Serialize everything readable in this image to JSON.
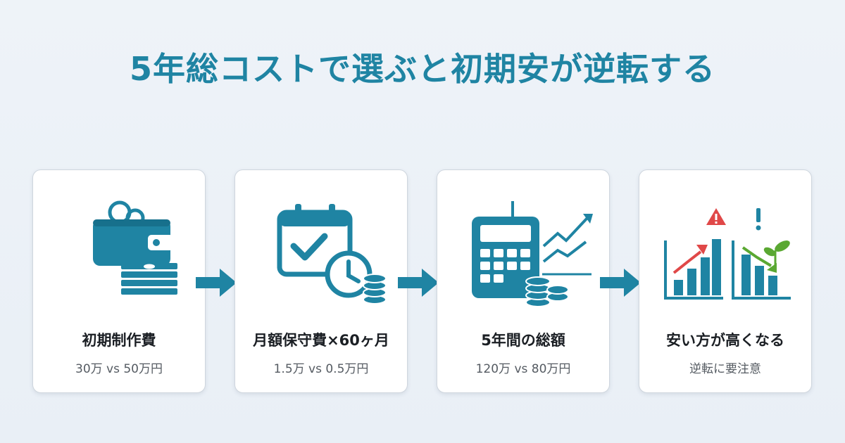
{
  "title": "5年総コストで選ぶと初期安が逆転する",
  "steps": [
    {
      "heading": "初期制作費",
      "sub": "30万 vs 50万円",
      "icon": "wallet-money-icon"
    },
    {
      "heading": "月額保守費×60ヶ月",
      "sub": "1.5万 vs 0.5万円",
      "icon": "calendar-clock-coins-icon"
    },
    {
      "heading": "5年間の総額",
      "sub": "120万 vs 80万円",
      "icon": "calculator-growth-icon"
    },
    {
      "heading": "安い方が高くなる",
      "sub": "逆転に要注意",
      "icon": "reversal-chart-icon"
    }
  ],
  "colors": {
    "accent": "#1f84a3",
    "warning": "#e04848",
    "growth": "#5aa832"
  }
}
